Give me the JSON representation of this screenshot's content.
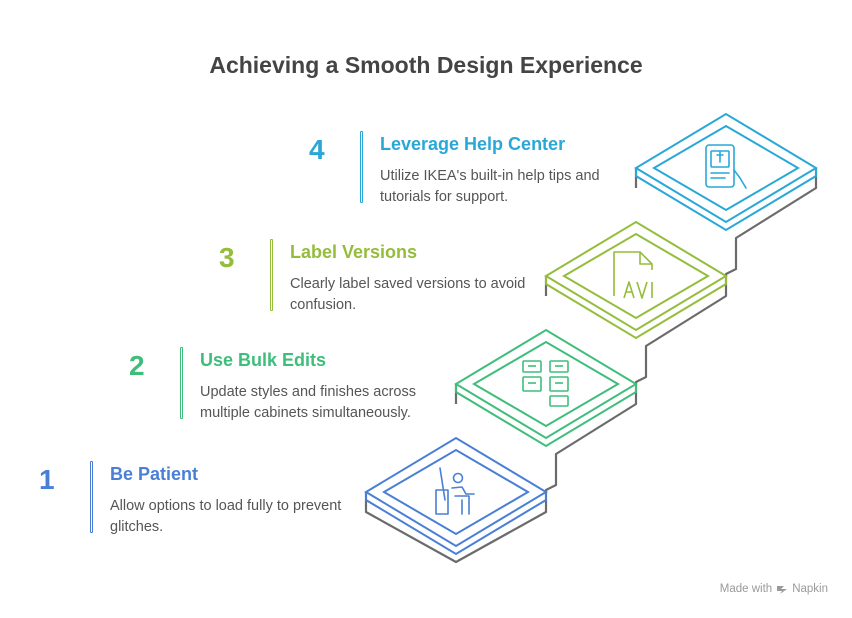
{
  "title": "Achieving a Smooth Design Experience",
  "steps": [
    {
      "number": "1",
      "title": "Be Patient",
      "description": "Allow options to load fully to prevent glitches.",
      "color": "#4a7fd6",
      "icon": "person-at-desk-icon"
    },
    {
      "number": "2",
      "title": "Use Bulk Edits",
      "description": "Update styles and finishes across multiple cabinets simultaneously.",
      "color": "#3fbd7b",
      "icon": "cabinets-icon"
    },
    {
      "number": "3",
      "title": "Label Versions",
      "description": "Clearly label saved versions to avoid confusion.",
      "color": "#93bd3a",
      "icon": "avi-file-icon"
    },
    {
      "number": "4",
      "title": "Leverage Help Center",
      "description": "Utilize IKEA's built-in help tips and tutorials for support.",
      "color": "#29a8d8",
      "icon": "medical-tablet-icon"
    }
  ],
  "footer": {
    "made_with": "Made with",
    "brand": "Napkin"
  }
}
